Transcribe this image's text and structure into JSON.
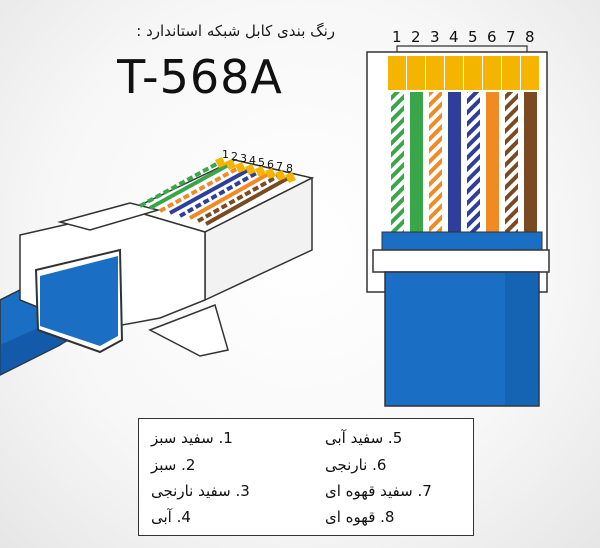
{
  "subtitle": "رنگ بندی کابل شبکه استاندارد :",
  "title": "T-568A",
  "pin_numbers": [
    "1",
    "2",
    "3",
    "4",
    "5",
    "6",
    "7",
    "8"
  ],
  "wires": [
    {
      "pin": "1",
      "base": "#ffffff",
      "stripe": "#3aa64a",
      "striped": true
    },
    {
      "pin": "2",
      "base": "#3aa64a",
      "stripe": "#3aa64a",
      "striped": false
    },
    {
      "pin": "3",
      "base": "#ffffff",
      "stripe": "#f08a24",
      "striped": true
    },
    {
      "pin": "4",
      "base": "#2d3f9a",
      "stripe": "#2d3f9a",
      "striped": false
    },
    {
      "pin": "5",
      "base": "#ffffff",
      "stripe": "#2d3f9a",
      "striped": true
    },
    {
      "pin": "6",
      "base": "#f08a24",
      "stripe": "#f08a24",
      "striped": false
    },
    {
      "pin": "7",
      "base": "#ffffff",
      "stripe": "#7a4a22",
      "striped": true
    },
    {
      "pin": "8",
      "base": "#7a4a22",
      "stripe": "#7a4a22",
      "striped": false
    }
  ],
  "colors": {
    "cable_blue": "#1a6fc4",
    "cable_blue_dark": "#0f4f99",
    "contact_gold": "#f5b400",
    "outline": "#333333"
  },
  "legend": {
    "item1": "1. سفید سبز",
    "item2": "2. سبز",
    "item3": "3. سفید نارنجی",
    "item4": "4. آبی",
    "item5": "5. سفید آبی",
    "item6": "6. نارنجی",
    "item7": "7. سفید قهوه ای",
    "item8": "8. قهوه ای"
  }
}
